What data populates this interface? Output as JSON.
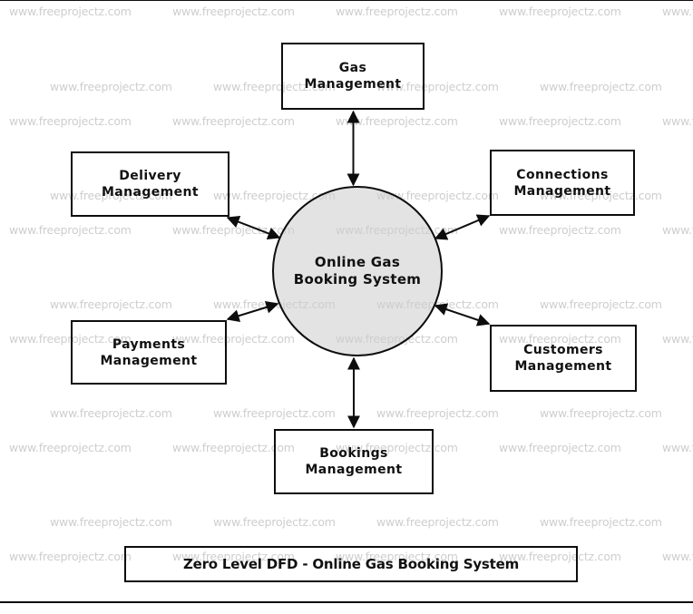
{
  "watermark": {
    "text": "www.freeprojectz.com",
    "color": "#cecece"
  },
  "diagram": {
    "title": "Zero Level DFD - Online Gas Booking System",
    "process": {
      "lines": [
        "Online Gas",
        "Booking System"
      ]
    },
    "entities": [
      {
        "id": "gas-management",
        "lines": [
          "Gas",
          "Management"
        ]
      },
      {
        "id": "delivery-management",
        "lines": [
          "Delivery",
          "Management"
        ]
      },
      {
        "id": "connections-management",
        "lines": [
          "Connections",
          "Management"
        ]
      },
      {
        "id": "payments-management",
        "lines": [
          "Payments",
          "Management"
        ]
      },
      {
        "id": "customers-management",
        "lines": [
          "Customers",
          "Management"
        ]
      },
      {
        "id": "bookings-management",
        "lines": [
          "Bookings",
          "Management"
        ]
      }
    ],
    "colors": {
      "process_fill": "#e3e3e3",
      "stroke": "#0d0d0d",
      "text": "#111111",
      "background": "#ffffff"
    }
  }
}
